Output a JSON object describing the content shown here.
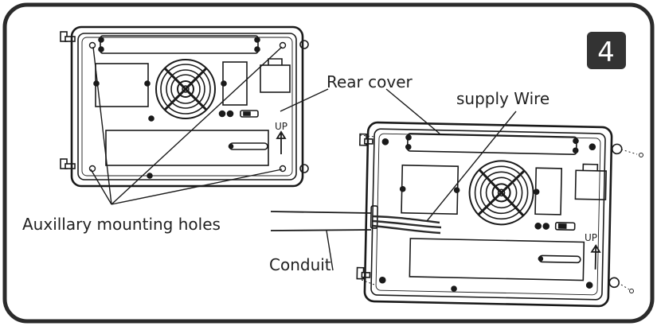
{
  "step": {
    "number": "4"
  },
  "labels": {
    "rear_cover": "Rear cover",
    "supply_wire": "supply Wire",
    "auxiliary_holes": "Auxillary mounting holes",
    "conduit": "Conduit"
  },
  "unit_front": {
    "up_text": "UP"
  },
  "unit_back": {
    "up_text": "UP"
  },
  "colors": {
    "frame": "#2b2b2b",
    "line": "#1a1a1a",
    "badge": "#333333"
  }
}
